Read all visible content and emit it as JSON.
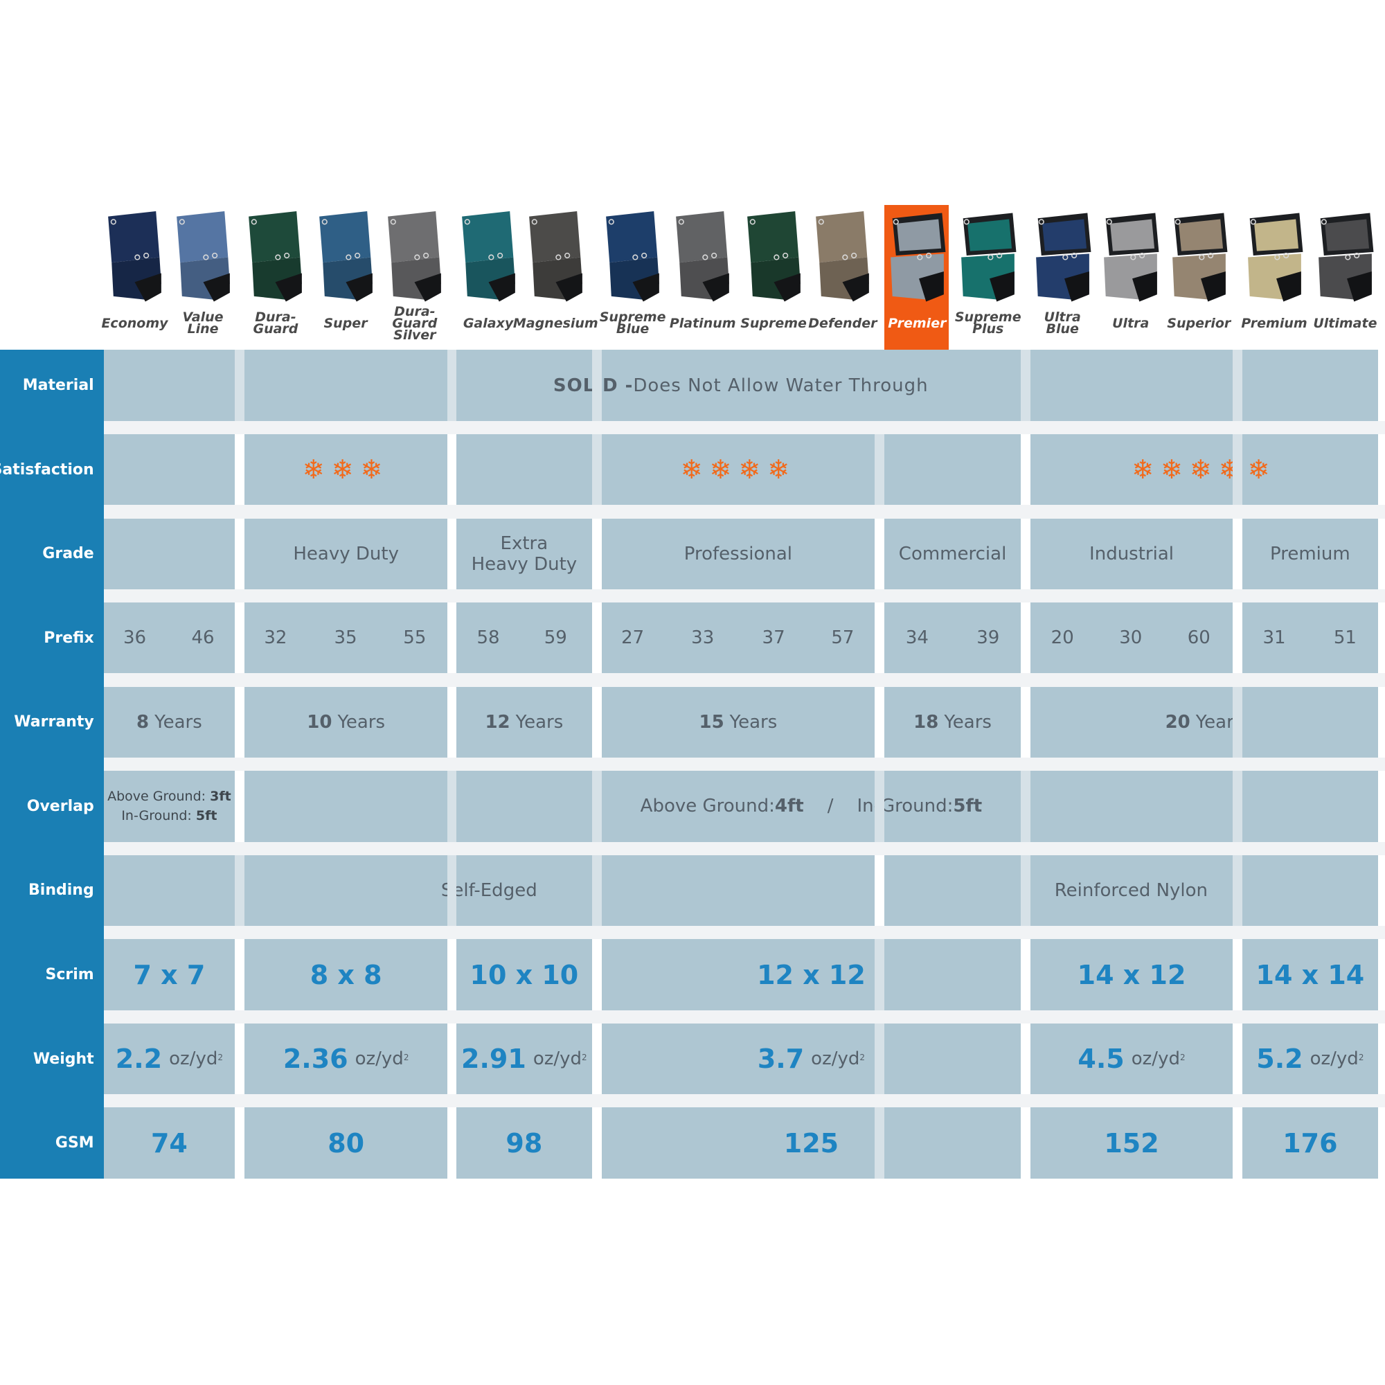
{
  "products": [
    {
      "name": "Economy",
      "color": "#1c2f57",
      "layout": "b",
      "prefix": "36"
    },
    {
      "name": "Value Line",
      "color": "#5575a3",
      "layout": "b",
      "prefix": "46"
    },
    {
      "name": "Dura-Guard",
      "color": "#1e4a3a",
      "layout": "b",
      "prefix": "32"
    },
    {
      "name": "Super",
      "color": "#2f5f86",
      "layout": "b",
      "prefix": "35"
    },
    {
      "name": "Dura-Guard Silver",
      "color": "#6e6e70",
      "layout": "b",
      "prefix": "55"
    },
    {
      "name": "Galaxy",
      "color": "#1f6a74",
      "layout": "b",
      "prefix": "58"
    },
    {
      "name": "Magnesium",
      "color": "#4c4b49",
      "layout": "b",
      "prefix": "59"
    },
    {
      "name": "Supreme Blue",
      "color": "#1d3e6a",
      "layout": "b",
      "prefix": "27"
    },
    {
      "name": "Platinum",
      "color": "#616264",
      "layout": "b",
      "prefix": "33"
    },
    {
      "name": "Supreme",
      "color": "#1f4634",
      "layout": "b",
      "prefix": "37"
    },
    {
      "name": "Defender",
      "color": "#8a7b68",
      "layout": "b",
      "prefix": "57"
    },
    {
      "name": "Premier",
      "color": "#8f9aa4",
      "layout": "r",
      "prefix": "34"
    },
    {
      "name": "Supreme Plus",
      "color": "#17716c",
      "layout": "r",
      "prefix": "39"
    },
    {
      "name": "Ultra Blue",
      "color": "#233d6b",
      "layout": "r",
      "prefix": "20"
    },
    {
      "name": "Ultra",
      "color": "#9a9a9c",
      "layout": "r",
      "prefix": "30"
    },
    {
      "name": "Superior",
      "color": "#958571",
      "layout": "r",
      "prefix": "60"
    },
    {
      "name": "Premium",
      "color": "#c2b58a",
      "layout": "r",
      "prefix": "31"
    },
    {
      "name": "Ultimate",
      "color": "#4b4b4d",
      "layout": "r",
      "prefix": "51"
    }
  ],
  "selected_product": "Premier",
  "highlight_color": "#f05a14",
  "rows": [
    {
      "key": "material",
      "label": "Material"
    },
    {
      "key": "satisfaction",
      "label": "Satisfaction"
    },
    {
      "key": "grade",
      "label": "Grade"
    },
    {
      "key": "prefix",
      "label": "Prefix"
    },
    {
      "key": "warranty",
      "label": "Warranty"
    },
    {
      "key": "overlap",
      "label": "Overlap"
    },
    {
      "key": "binding",
      "label": "Binding"
    },
    {
      "key": "scrim",
      "label": "Scrim"
    },
    {
      "key": "weight",
      "label": "Weight"
    },
    {
      "key": "gsm",
      "label": "GSM"
    }
  ],
  "material": {
    "bold": "SOLID - ",
    "text": "Does Not Allow Water Through"
  },
  "satisfaction": [
    {
      "groups": [
        0
      ],
      "snowflakes": 0
    },
    {
      "groups": [
        1
      ],
      "snowflakes": 3
    },
    {
      "groups": [
        2,
        3,
        4
      ],
      "snowflakes": 4
    },
    {
      "groups": [
        5,
        6
      ],
      "snowflakes": 5
    }
  ],
  "grade": [
    {
      "groups": [
        0
      ],
      "text": ""
    },
    {
      "groups": [
        1
      ],
      "text": "Heavy Duty"
    },
    {
      "groups": [
        2
      ],
      "text": "Extra Heavy Duty"
    },
    {
      "groups": [
        3
      ],
      "text": "Professional"
    },
    {
      "groups": [
        4
      ],
      "text": "Commercial"
    },
    {
      "groups": [
        5
      ],
      "text": "Industrial"
    },
    {
      "groups": [
        6
      ],
      "text": "Premium"
    }
  ],
  "warranty": [
    {
      "groups": [
        0
      ],
      "num": "8",
      "unit": "Years"
    },
    {
      "groups": [
        1
      ],
      "num": "10",
      "unit": "Years"
    },
    {
      "groups": [
        2
      ],
      "num": "12",
      "unit": "Years"
    },
    {
      "groups": [
        3
      ],
      "num": "15",
      "unit": "Years"
    },
    {
      "groups": [
        4
      ],
      "num": "18",
      "unit": "Years"
    },
    {
      "groups": [
        5,
        6
      ],
      "num": "20",
      "unit": "Years"
    }
  ],
  "overlap": {
    "economy": {
      "line1_label": "Above Ground: ",
      "line1_value": "3ft",
      "line2_label": "In-Ground: ",
      "line2_value": "5ft"
    },
    "rest": {
      "a_label": "Above Ground: ",
      "a_value": "4ft",
      "sep": "/",
      "b_label": "In-Ground: ",
      "b_value": "5ft"
    }
  },
  "binding": [
    {
      "groups": [
        0,
        1,
        2,
        3
      ],
      "text": "Self-Edged"
    },
    {
      "groups": [
        4,
        5,
        6
      ],
      "text": "Reinforced Nylon"
    }
  ],
  "scrim": [
    {
      "groups": [
        0
      ],
      "text": "7 x 7"
    },
    {
      "groups": [
        1
      ],
      "text": "8 x 8"
    },
    {
      "groups": [
        2
      ],
      "text": "10 x 10"
    },
    {
      "groups": [
        3,
        4
      ],
      "text": "12 x 12"
    },
    {
      "groups": [
        5
      ],
      "text": "14 x 12"
    },
    {
      "groups": [
        6
      ],
      "text": "14 x 14"
    }
  ],
  "weight": [
    {
      "groups": [
        0
      ],
      "num": "2.2",
      "unit": "oz/yd",
      "sup": "2"
    },
    {
      "groups": [
        1
      ],
      "num": "2.36",
      "unit": "oz/yd",
      "sup": "2"
    },
    {
      "groups": [
        2
      ],
      "num": "2.91",
      "unit": "oz/yd",
      "sup": "2"
    },
    {
      "groups": [
        3,
        4
      ],
      "num": "3.7",
      "unit": "oz/yd",
      "sup": "2"
    },
    {
      "groups": [
        5
      ],
      "num": "4.5",
      "unit": "oz/yd",
      "sup": "2"
    },
    {
      "groups": [
        6
      ],
      "num": "5.2",
      "unit": "oz/yd",
      "sup": "2"
    }
  ],
  "gsm": [
    {
      "groups": [
        0
      ],
      "text": "74"
    },
    {
      "groups": [
        1
      ],
      "text": "80"
    },
    {
      "groups": [
        2
      ],
      "text": "98"
    },
    {
      "groups": [
        3,
        4
      ],
      "text": "125"
    },
    {
      "groups": [
        5
      ],
      "text": "152"
    },
    {
      "groups": [
        6
      ],
      "text": "176"
    }
  ]
}
